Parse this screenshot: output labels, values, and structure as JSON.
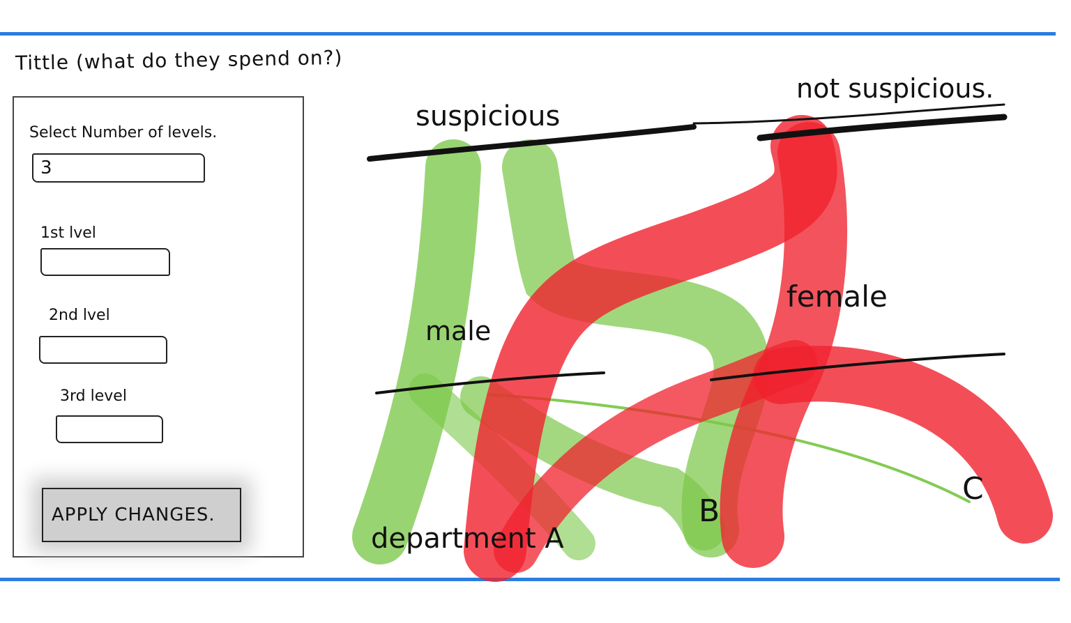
{
  "title": "Tittle (what do they spend on?)",
  "controls": {
    "levels_label": "Select Number of levels.",
    "levels_value": "3",
    "level1_label": "1st lvel",
    "level1_value": "",
    "level2_label": "2nd lvel",
    "level2_value": "",
    "level3_label": "3rd level",
    "level3_value": "",
    "apply_label": "APPLY CHANGES."
  },
  "diagram": {
    "level1": {
      "left": "suspicious",
      "right": "not suspicious."
    },
    "level2": {
      "left": "male",
      "right": "female"
    },
    "level3": {
      "a": "department A",
      "b": "B",
      "c": "C"
    },
    "colors": {
      "suspicious": "#7cc84a",
      "not_suspicious": "#f0222e",
      "rule": "#2b7de0"
    }
  }
}
